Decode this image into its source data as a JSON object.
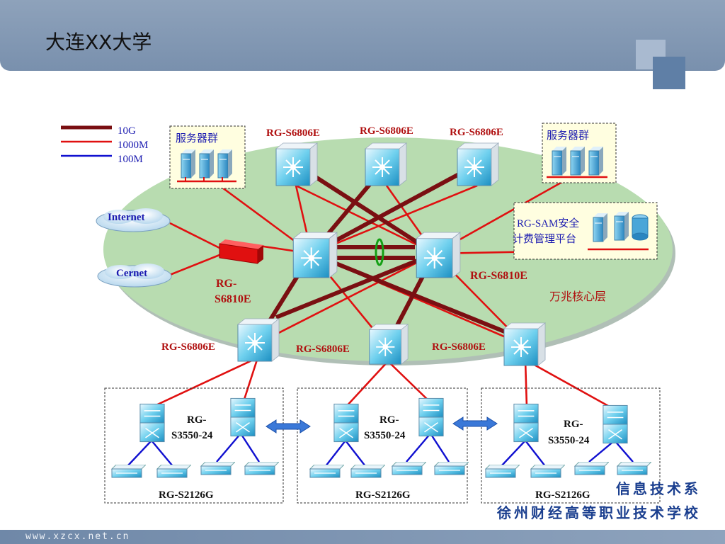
{
  "header": {
    "title": "大连XX大学"
  },
  "legend": {
    "items": [
      "10G",
      "1000M",
      "100M"
    ]
  },
  "diagram": {
    "server_group_left": "服务器群",
    "server_group_right": "服务器群",
    "internet": "Internet",
    "cernet": "Cernet",
    "core_top": [
      "RG-S6806E",
      "RG-S6806E",
      "RG-S6806E"
    ],
    "sam_platform": [
      "RG-SAM安全",
      "计费管理平台"
    ],
    "core_left": [
      "RG-",
      "S6810E"
    ],
    "core_right": "RG-S6810E",
    "core_layer": "万兆核心层",
    "dist": [
      "RG-S6806E",
      "RG-S6806E",
      "RG-S6806E"
    ],
    "access_groups": [
      {
        "switch_label": [
          "RG-",
          "S3550-24"
        ],
        "edge_label": "RG-S2126G"
      },
      {
        "switch_label": [
          "RG-",
          "S3550-24"
        ],
        "edge_label": "RG-S2126G"
      },
      {
        "switch_label": [
          "RG-",
          "S3550-24"
        ],
        "edge_label": "RG-S2126G"
      }
    ]
  },
  "footer": {
    "url": "www.xzcx.net.cn",
    "dept": "信息技术系",
    "school": "徐州财经高等职业技术学校"
  },
  "colors": {
    "link_10g": "#7a0f12",
    "link_1000m": "#e01010",
    "link_100m": "#1010d0",
    "core_area": "#b8dcb0",
    "label_red": "#b01010",
    "label_blue": "#1a1ab0"
  }
}
